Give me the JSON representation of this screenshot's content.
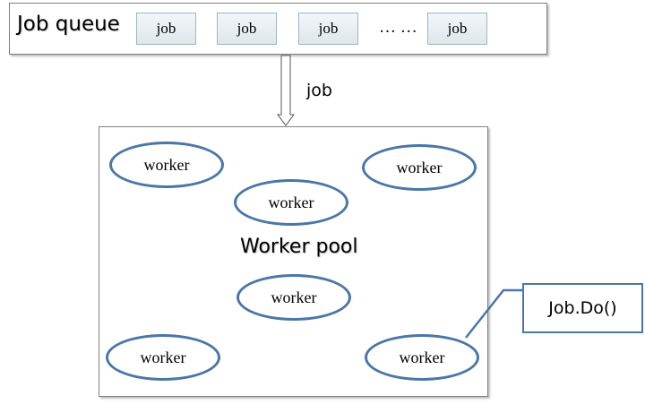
{
  "job_queue": {
    "title": "Job queue",
    "jobs": [
      "job",
      "job",
      "job",
      "job"
    ],
    "ellipsis": "… …"
  },
  "arrow": {
    "label": "job"
  },
  "worker_pool": {
    "title": "Worker pool",
    "workers": [
      "worker",
      "worker",
      "worker",
      "worker",
      "worker",
      "worker"
    ]
  },
  "callout": {
    "label": "Job.Do()"
  },
  "colors": {
    "accent": "#4a76a8",
    "border": "#7f7f7f"
  }
}
